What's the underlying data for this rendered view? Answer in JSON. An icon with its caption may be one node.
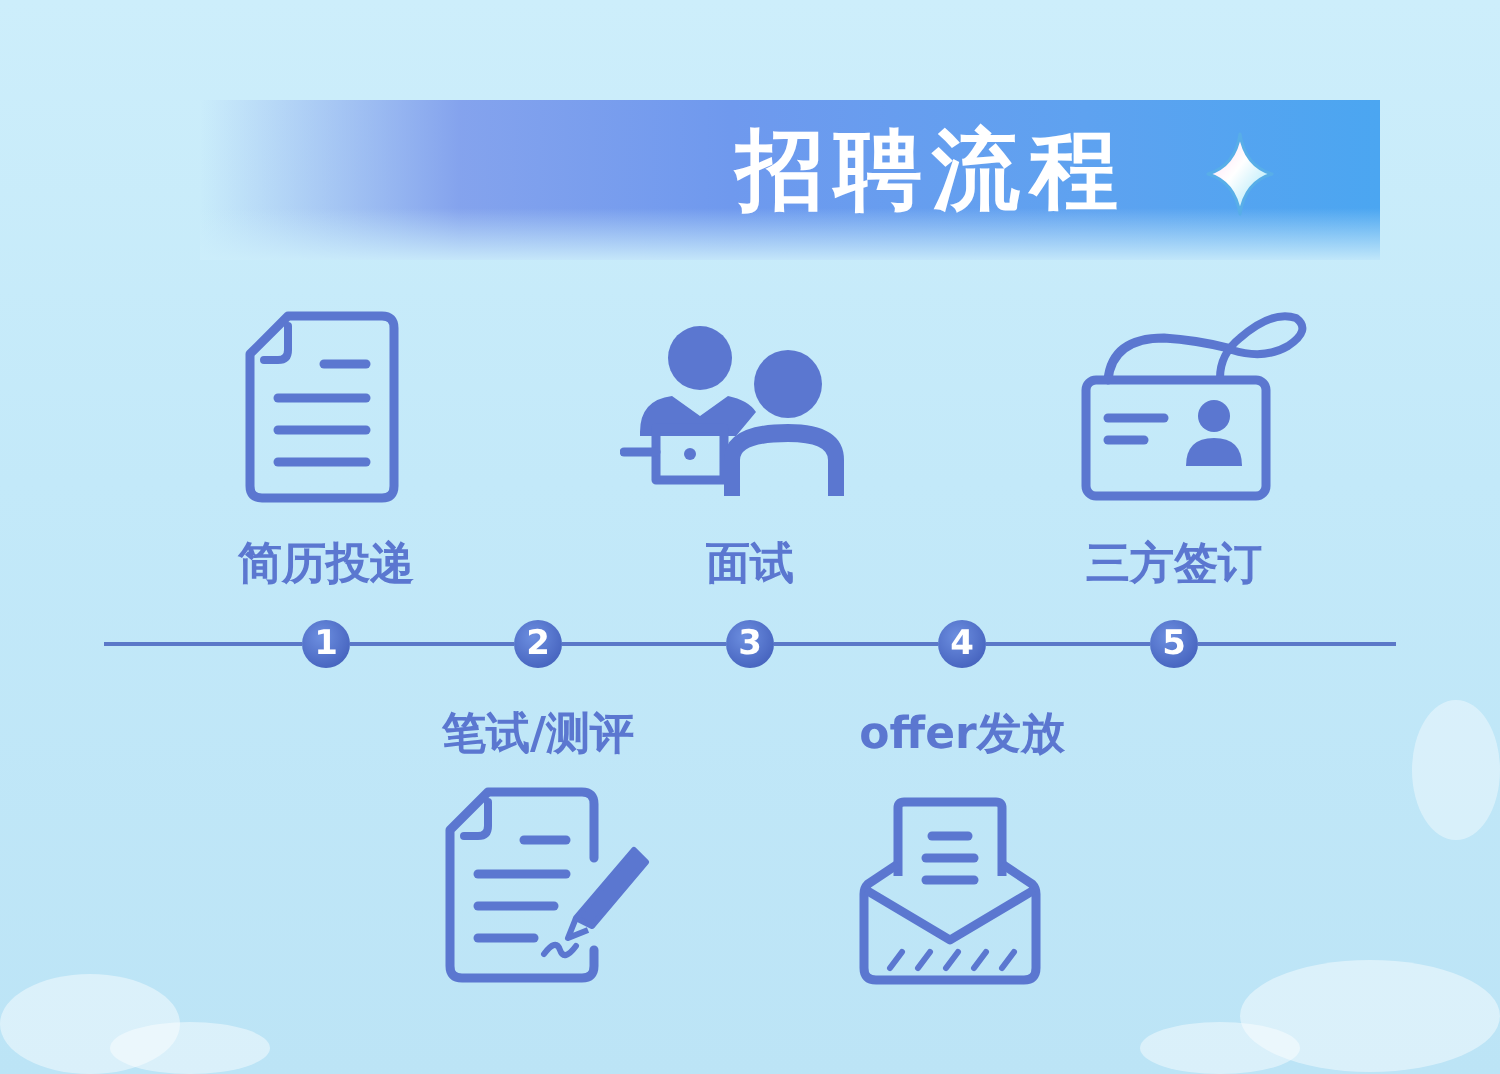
{
  "diagram": {
    "title": "招聘流程",
    "nodes": [
      {
        "text": [
          "1"
        ],
        "beside": [
          "简历投递"
        ]
      },
      {
        "text": [
          "2"
        ],
        "beside": [
          "笔试/测评"
        ]
      },
      {
        "text": [
          "3"
        ],
        "beside": [
          "面试"
        ]
      },
      {
        "text": [
          "4"
        ],
        "beside": [
          "offer发放"
        ]
      },
      {
        "text": [
          "5"
        ],
        "beside": [
          "三方签订"
        ]
      }
    ],
    "edges": [
      {
        "from": null,
        "to": 0,
        "arrow": "none"
      },
      {
        "from": 0,
        "to": 1,
        "arrow": "none"
      },
      {
        "from": 1,
        "to": 2,
        "arrow": "none"
      },
      {
        "from": 2,
        "to": 3,
        "arrow": "none"
      },
      {
        "from": 3,
        "to": 4,
        "arrow": "none"
      },
      {
        "from": 4,
        "to": null,
        "arrow": "none"
      }
    ]
  }
}
